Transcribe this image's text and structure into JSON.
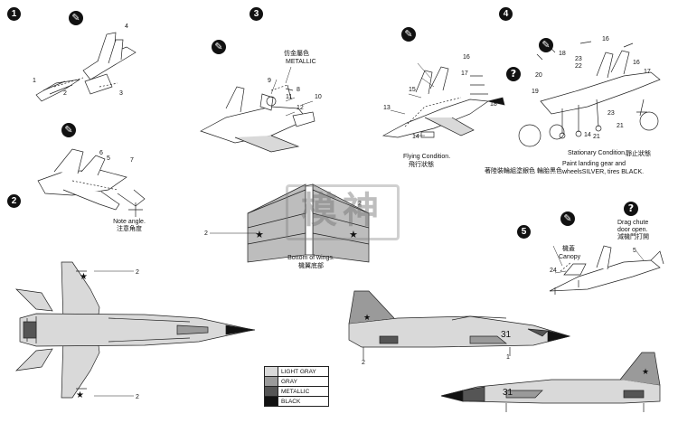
{
  "steps": [
    "1",
    "2",
    "3",
    "4",
    "5"
  ],
  "part_numbers": {
    "step1": [
      "1",
      "2",
      "3",
      "4"
    ],
    "step1b": [
      "5",
      "6",
      "7"
    ],
    "step3": [
      "8",
      "9",
      "10",
      "11",
      "12"
    ],
    "step4a": [
      "13",
      "14",
      "15",
      "16",
      "17",
      "18"
    ],
    "step4b": [
      "16",
      "16",
      "17",
      "18",
      "19",
      "20",
      "21",
      "22",
      "23",
      "14",
      "23",
      "21"
    ],
    "step5": [
      "24",
      "5"
    ],
    "decal_refs": [
      "2",
      "2",
      "2",
      "2",
      "2",
      "1"
    ]
  },
  "labels": {
    "metallic_cn": "仿金屬色",
    "metallic": "METALLIC",
    "note_angle": "Note angle.",
    "note_angle_cn": "注意角度",
    "flying_condition": "Flying Condition.",
    "flying_condition_cn": "飛行狀態",
    "stationary_condition": "Stationary Condition.",
    "stationary_condition_cn": "靜止狀態",
    "paint_landing_gear_cn": "著陸裝輪組塗銀色 輪胎黑色",
    "paint_landing_gear_1": "Paint landing gear and",
    "paint_landing_gear_2": "wheelsSILVER, tires BLACK.",
    "bottom_of_wings": "Bottom of wings.",
    "bottom_of_wings_cn": "機翼底部",
    "canopy_cn": "機蓋",
    "canopy": "Canopy",
    "drag_chute_1": "Drag chute",
    "drag_chute_2": "door open.",
    "drag_chute_cn": "減機門打開",
    "tail_number_1": "31",
    "tail_number_2": "31"
  },
  "legend": [
    {
      "label": "LIGHT GRAY",
      "color": "#d9d9d9"
    },
    {
      "label": "GRAY",
      "color": "#9a9a9a"
    },
    {
      "label": "METALLIC",
      "color": "#555555"
    },
    {
      "label": "BLACK",
      "color": "#111111"
    }
  ],
  "icons": {
    "glue": "glue-icon",
    "question": "question-icon"
  },
  "watermark": "模神",
  "colors": {
    "line": "#222222",
    "light_gray": "#d9d9d9",
    "gray": "#9a9a9a",
    "metallic": "#555555",
    "black": "#111111"
  }
}
